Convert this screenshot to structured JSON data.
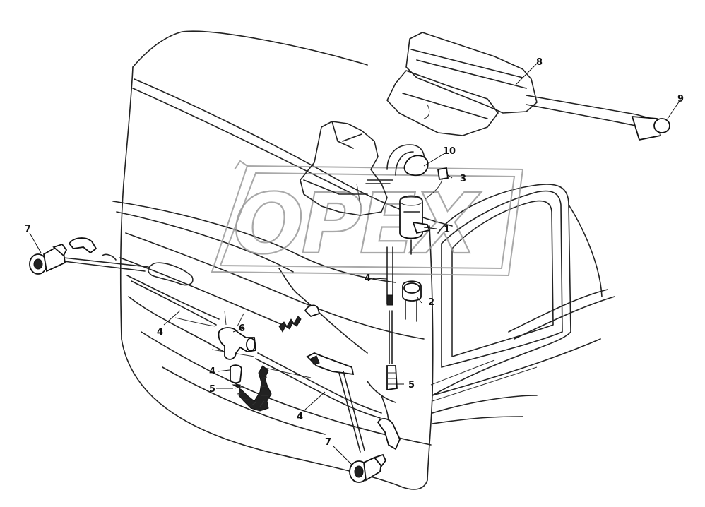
{
  "watermark": {
    "text": "OPEX"
  },
  "callouts": {
    "c1": "1",
    "c2": "2",
    "c3": "3",
    "c4a": "4",
    "c4b": "4",
    "c4c": "4",
    "c4d": "4",
    "c5a": "5",
    "c5b": "5",
    "c6": "6",
    "c7a": "7",
    "c7b": "7",
    "c8": "8",
    "c9": "9",
    "c10": "10"
  }
}
